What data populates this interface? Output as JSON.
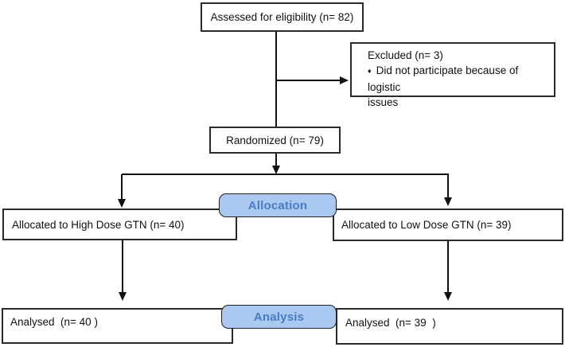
{
  "flowchart": {
    "assessed": {
      "label": "Assessed for eligibility (n= 82)"
    },
    "excluded": {
      "title": "Excluded (n= 3)",
      "bullet": "♦",
      "reason": "Did not participate because of logistic\nissues"
    },
    "randomized": {
      "label": "Randomized (n= 79)"
    },
    "stages": {
      "allocation": "Allocation",
      "analysis": "Analysis"
    },
    "allocated_high": {
      "label": "Allocated to High Dose GTN (n= 40)"
    },
    "allocated_low": {
      "label": "Allocated to Low Dose GTN (n= 39)"
    },
    "analysed_high": {
      "label": "Analysed  (n= 40 )"
    },
    "analysed_low": {
      "label": "Analysed  (n= 39  )"
    }
  },
  "colors": {
    "background": "#ffffff",
    "box_border": "#2a2a2a",
    "connector": "#111111",
    "stage_fill": "#aac9f0",
    "stage_border": "#1f1f1f",
    "stage_text": "#4a7cc6"
  }
}
